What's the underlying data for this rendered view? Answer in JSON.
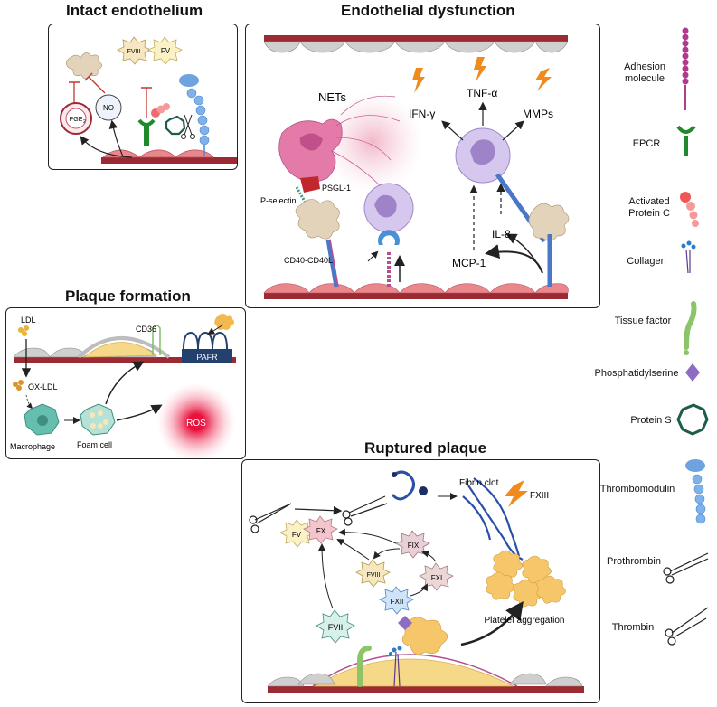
{
  "titles": {
    "intact": "Intact endothelium",
    "dysfunction": "Endothelial dysfunction",
    "plaque": "Plaque formation",
    "ruptured": "Ruptured plaque"
  },
  "intact": {
    "fviii": "FVIII",
    "fv": "FV",
    "no": "NO",
    "pge2": "PGE"
  },
  "dysfunction": {
    "nets": "NETs",
    "psgl1": "PSGL-1",
    "pselectin": "P-selectin",
    "cd40": "CD40-CD40L",
    "ifng": "IFN-γ",
    "tnfa": "TNF-α",
    "mmps": "MMPs",
    "il8": "IL-8",
    "mcp1": "MCP-1"
  },
  "plaque": {
    "ldl": "LDL",
    "oxldl": "OX-LDL",
    "macrophage": "Macrophage",
    "foam": "Foam cell",
    "cd36": "CD36",
    "pafr": "PAFR",
    "ros": "ROS"
  },
  "ruptured": {
    "fibrin": "Fibrin clot",
    "fxiii": "FXIII",
    "fv": "FV",
    "fx": "FX",
    "fix": "FIX",
    "fviii": "FVIII",
    "fxi": "FXI",
    "fxii": "FXII",
    "fvii": "FVII",
    "platelet": "Platelet aggregation"
  },
  "legend": {
    "adhesion": "Adhesion molecule",
    "epcr": "EPCR",
    "apc": "Activated Protein C",
    "collagen": "Collagen",
    "tf": "Tissue factor",
    "ps": "Phosphatidylserine",
    "proteins": "Protein S",
    "tm": "Thrombomodulin",
    "prothrombin": "Prothrombin",
    "thrombin": "Thrombin"
  },
  "colors": {
    "vessel": "#9b2a33",
    "endo": "#e9878c",
    "cell_purple": "#c9b6e6",
    "arrow_orange": "#f08a1c",
    "ros": "#e8123c",
    "pafr": "#23406e"
  }
}
